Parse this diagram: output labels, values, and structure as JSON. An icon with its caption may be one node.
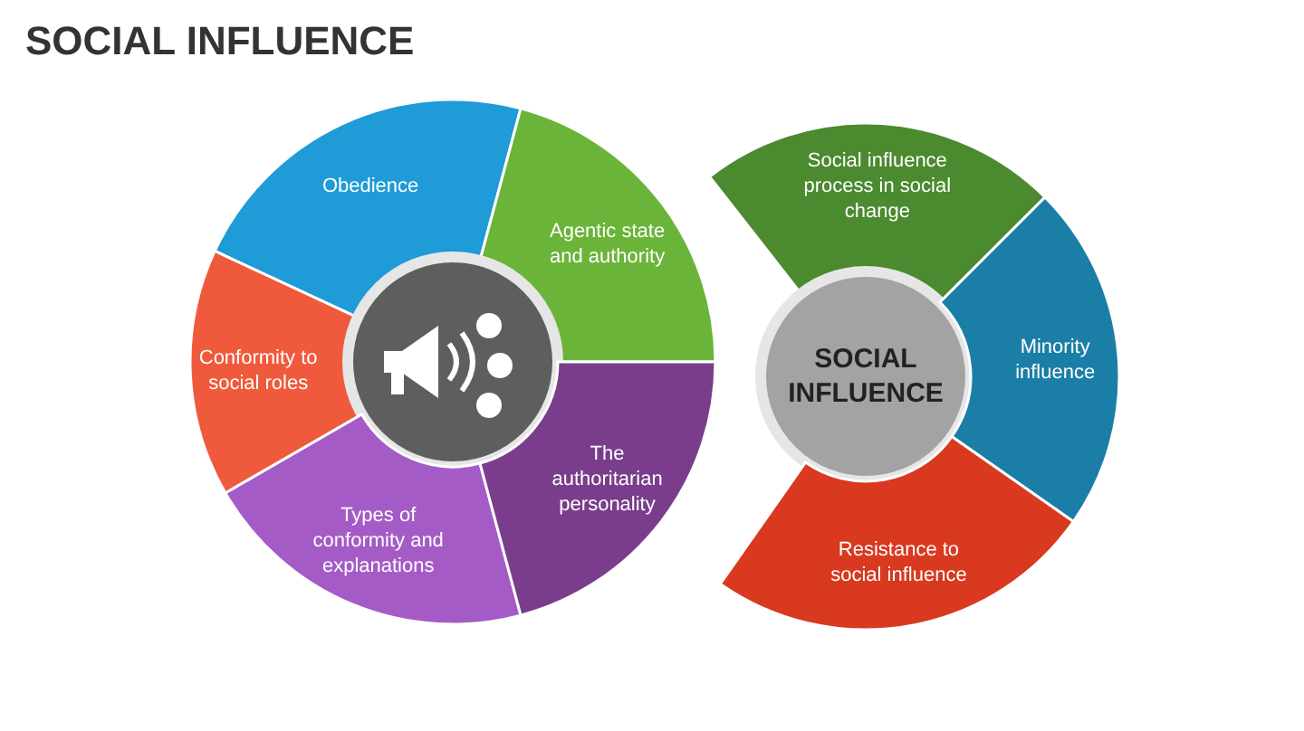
{
  "diagram": {
    "title": "SOCIAL INFLUENCE",
    "nodes": [
      {
        "text": [
          "Obedience"
        ]
      },
      {
        "text": [
          "Agentic state and authority"
        ]
      },
      {
        "text": [
          "Conformity to social roles"
        ]
      },
      {
        "text": [],
        "shape": "picture"
      },
      {
        "text": [
          "Types of conformity and explanations"
        ]
      },
      {
        "text": [
          "The authoritarian personality"
        ]
      },
      {
        "text": [
          "Social influence process in social change"
        ]
      },
      {
        "text": [
          "SOCIAL INFLUENCE"
        ]
      },
      {
        "text": [
          "Minority influence"
        ]
      },
      {
        "text": [
          "Resistance to social influence"
        ]
      }
    ],
    "edges": []
  }
}
